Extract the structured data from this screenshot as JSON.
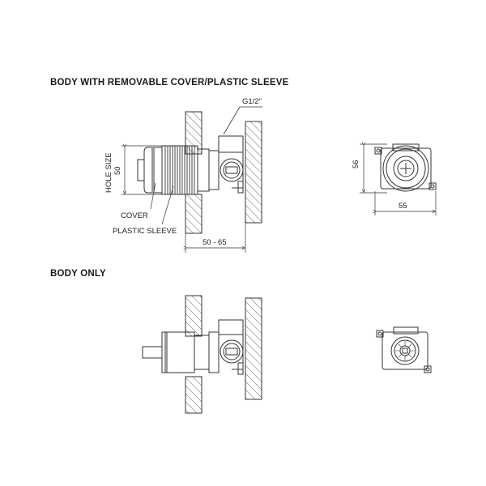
{
  "sections": [
    {
      "title": "BODY WITH REMOVABLE COVER/PLASTIC SLEEVE"
    },
    {
      "title": "BODY ONLY"
    }
  ],
  "labels": {
    "thread": "G1/2\"",
    "hole_size": "HOLE SIZE",
    "hole_value": "50",
    "cover": "COVER",
    "plastic_sleeve": "PLASTIC SLEEVE",
    "depth_range": "50 - 65",
    "height": "56",
    "width": "55"
  }
}
